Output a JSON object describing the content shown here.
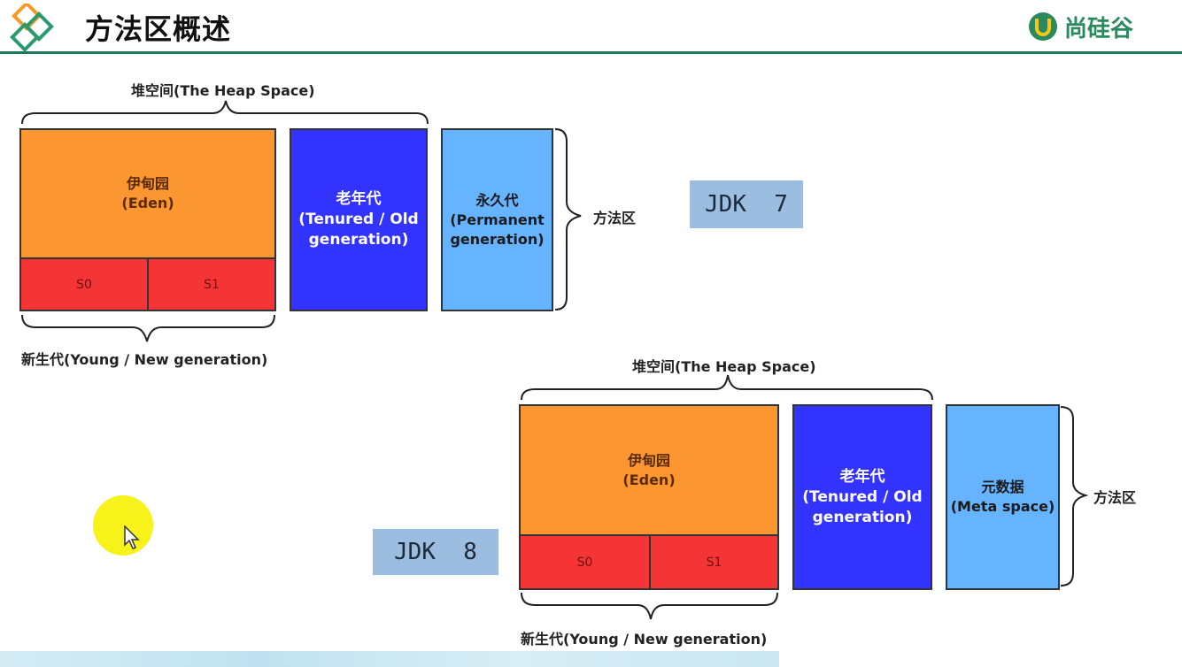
{
  "header": {
    "title": "方法区概述",
    "logo_text": "尚硅谷",
    "accent_color": "#1d7a5a"
  },
  "jdk7": {
    "tag": "JDK  7",
    "heap_label": "堆空间(The Heap Space)",
    "young_label": "新生代(Young / New generation)",
    "method_area_label": "方法区",
    "eden_line1": "伊甸园",
    "eden_line2": "(Eden)",
    "s0": "S0",
    "s1": "S1",
    "old_line1": "老年代",
    "old_line2": "(Tenured / Old",
    "old_line3": "generation)",
    "perm_line1": "永久代",
    "perm_line2": "(Permanent",
    "perm_line3": "generation)"
  },
  "jdk8": {
    "tag": "JDK  8",
    "heap_label": "堆空间(The Heap Space)",
    "young_label": "新生代(Young / New generation)",
    "method_area_label": "方法区",
    "eden_line1": "伊甸园",
    "eden_line2": "(Eden)",
    "s0": "S0",
    "s1": "S1",
    "old_line1": "老年代",
    "old_line2": "(Tenured / Old",
    "old_line3": "generation)",
    "meta_line1": "元数据",
    "meta_line2": "(Meta space)"
  },
  "colors": {
    "eden": "#fb9630",
    "survivor": "#f53535",
    "old": "#3333ff",
    "permanent": "#66b3ff",
    "jdk_tag": "#9bbde0"
  }
}
